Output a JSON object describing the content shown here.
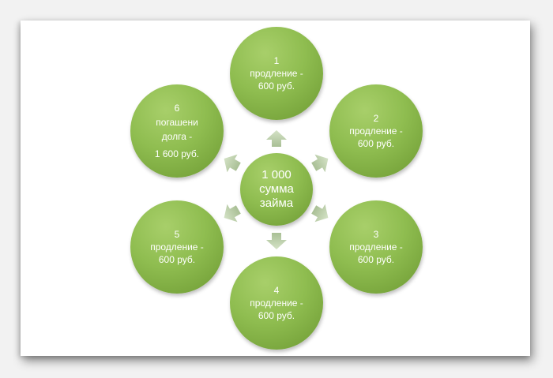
{
  "center": {
    "lines": [
      "1 000",
      "сумма",
      "займа"
    ]
  },
  "nodes": [
    {
      "lines": [
        "1",
        "продление -",
        "600 руб."
      ]
    },
    {
      "lines": [
        "2",
        "продление -",
        "600 руб."
      ]
    },
    {
      "lines": [
        "3",
        "продление -",
        "600 руб."
      ]
    },
    {
      "lines": [
        "4",
        "продление -",
        "600 руб."
      ]
    },
    {
      "lines": [
        "5",
        "продление -",
        "600 руб."
      ]
    },
    {
      "lines": [
        "6",
        "погашени",
        "долга -",
        "1 600 руб."
      ]
    }
  ],
  "colors": {
    "node": "#8fbd50",
    "arrow": "#b8cba5"
  }
}
